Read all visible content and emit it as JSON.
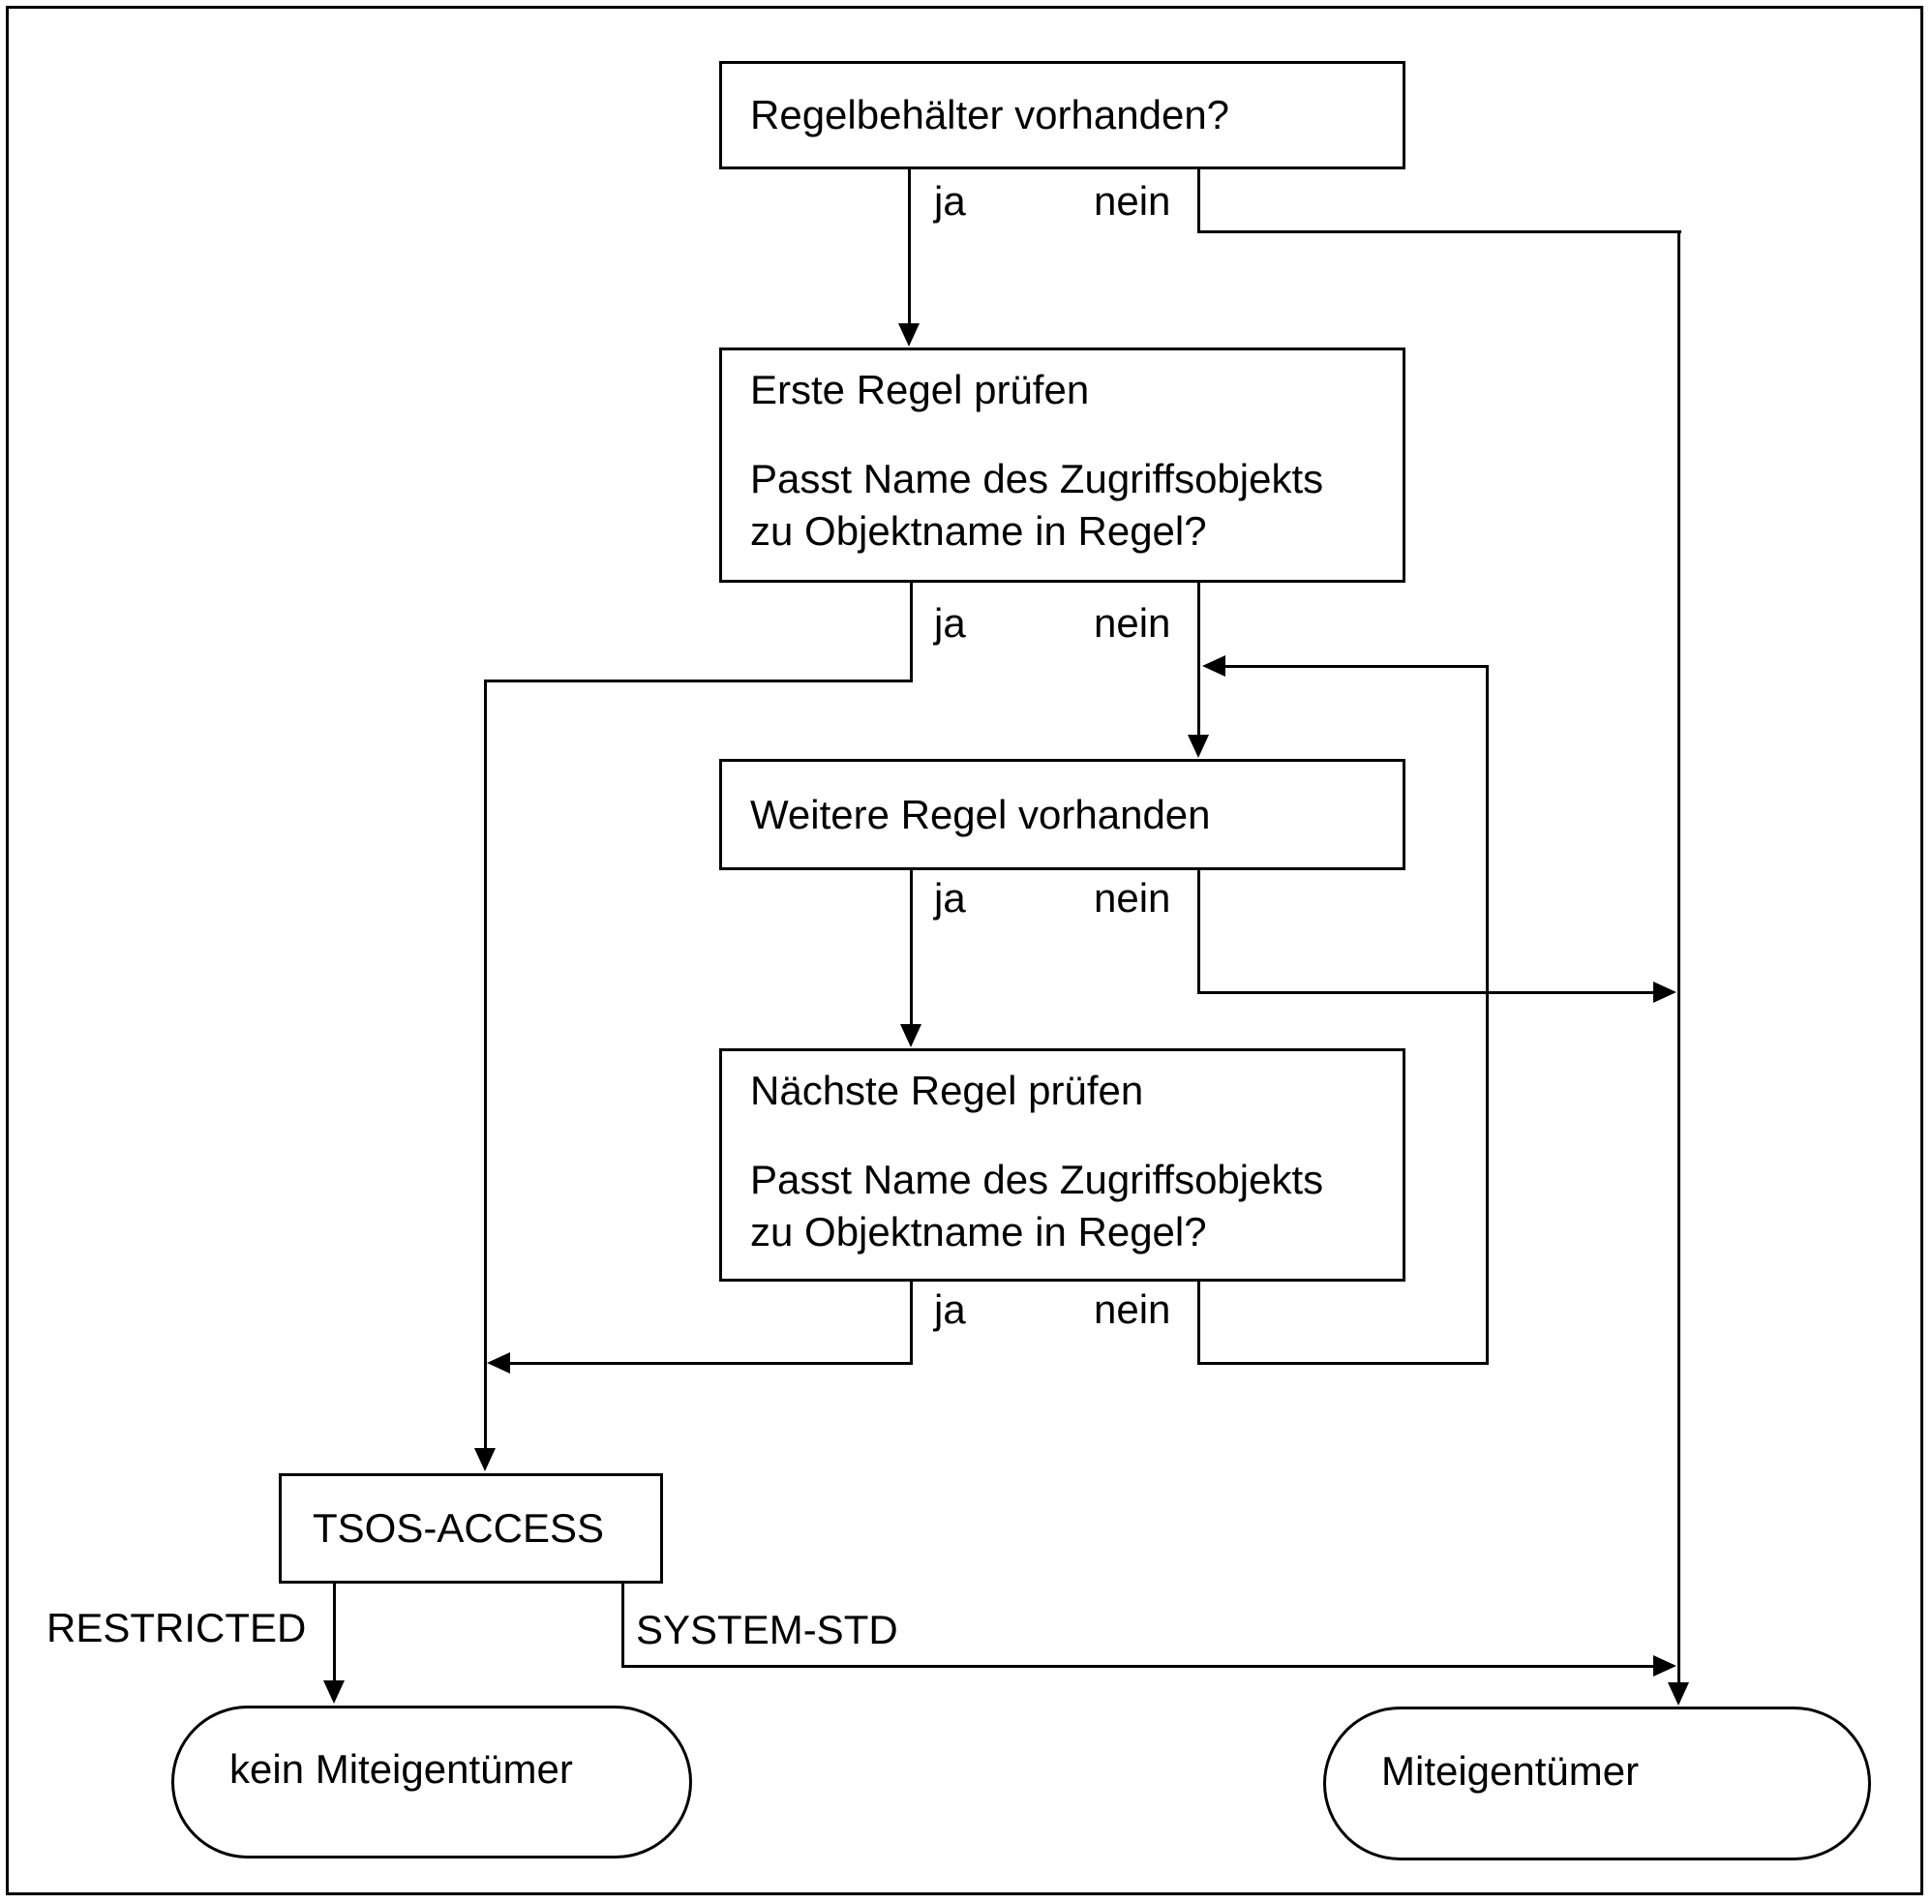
{
  "diagram": {
    "title_hint": "TSOS co-ownership rule evaluation flowchart",
    "boxes": {
      "rule_container": {
        "text": "Regelbehälter vorhanden?"
      },
      "first_rule": {
        "line1": "Erste Regel prüfen",
        "line2": "Passt Name des Zugriffsobjekts",
        "line3": "zu Objektname in Regel?"
      },
      "more_rules": {
        "text": "Weitere Regel vorhanden"
      },
      "next_rule": {
        "line1": "Nächste Regel prüfen",
        "line2": "Passt Name des Zugriffsobjekts",
        "line3": "zu Objektname in Regel?"
      },
      "tsos_access": {
        "text": "TSOS-ACCESS"
      }
    },
    "terminals": {
      "no_coowner": "kein Miteigentümer",
      "coowner": "Miteigentümer"
    },
    "labels": {
      "yes": "ja",
      "no": "nein",
      "restricted": "RESTRICTED",
      "system_std": "SYSTEM-STD"
    },
    "colors": {
      "line": "#000000",
      "background": "#ffffff"
    }
  }
}
